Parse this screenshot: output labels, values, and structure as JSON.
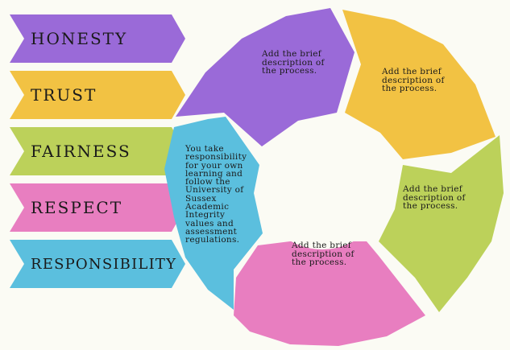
{
  "colors": {
    "purple": "#9a6ad8",
    "yellow": "#f2c243",
    "green": "#bcd15a",
    "pink": "#e87ec0",
    "blue": "#5bbfde",
    "background": "#fbfbf4"
  },
  "values": [
    {
      "label": "HONESTY",
      "color": "purple"
    },
    {
      "label": "TRUST",
      "color": "yellow"
    },
    {
      "label": "FAIRNESS",
      "color": "green"
    },
    {
      "label": "RESPECT",
      "color": "pink"
    },
    {
      "label": "RESPONSIBILITY",
      "color": "blue"
    }
  ],
  "cycle": [
    {
      "text": "Add the brief\ndescription of\nthe process.",
      "color": "purple"
    },
    {
      "text": "Add the brief\ndescription of\nthe process.",
      "color": "yellow"
    },
    {
      "text": "Add the brief\ndescription of\nthe process.",
      "color": "green"
    },
    {
      "text": "Add the brief\ndescription of\nthe process.",
      "color": "pink"
    },
    {
      "text": "You take\nresponsibility\nfor your own\nlearning and\nfollow the\nUniversity of\nSussex\nAcademic\nIntegrity\nvalues and\nassessment\nregulations.",
      "color": "blue"
    }
  ]
}
